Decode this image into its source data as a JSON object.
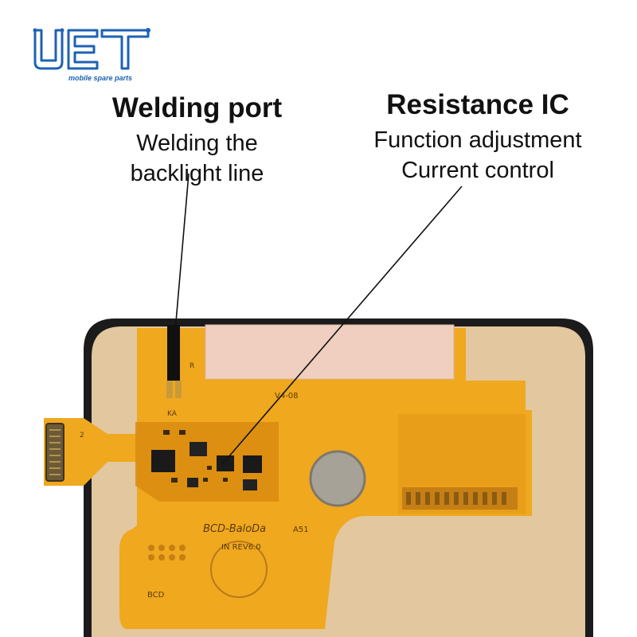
{
  "logo": {
    "text": "UET",
    "tagline": "mobile spare parts",
    "color": "#1e62b4"
  },
  "callouts": [
    {
      "title": "Welding port",
      "lines": [
        "Welding the",
        "backlight line"
      ]
    },
    {
      "title": "Resistance IC",
      "lines": [
        "Function adjustment",
        "Current control"
      ]
    }
  ],
  "board_markings": {
    "brand": "BCD-BaloDa",
    "model": "A51",
    "revision": "IN REV6.0",
    "corner_label": "BCD",
    "connector_number": "2",
    "pin_label_r": "R",
    "pin_label_ka": "KA",
    "code": "V4-08"
  },
  "colors": {
    "bezel": "#1b1b1b",
    "panel": "#e2c79f",
    "flex": "#f0a81e",
    "flex_dark": "#d98b0f",
    "protect_film": "#f0cfc0"
  }
}
